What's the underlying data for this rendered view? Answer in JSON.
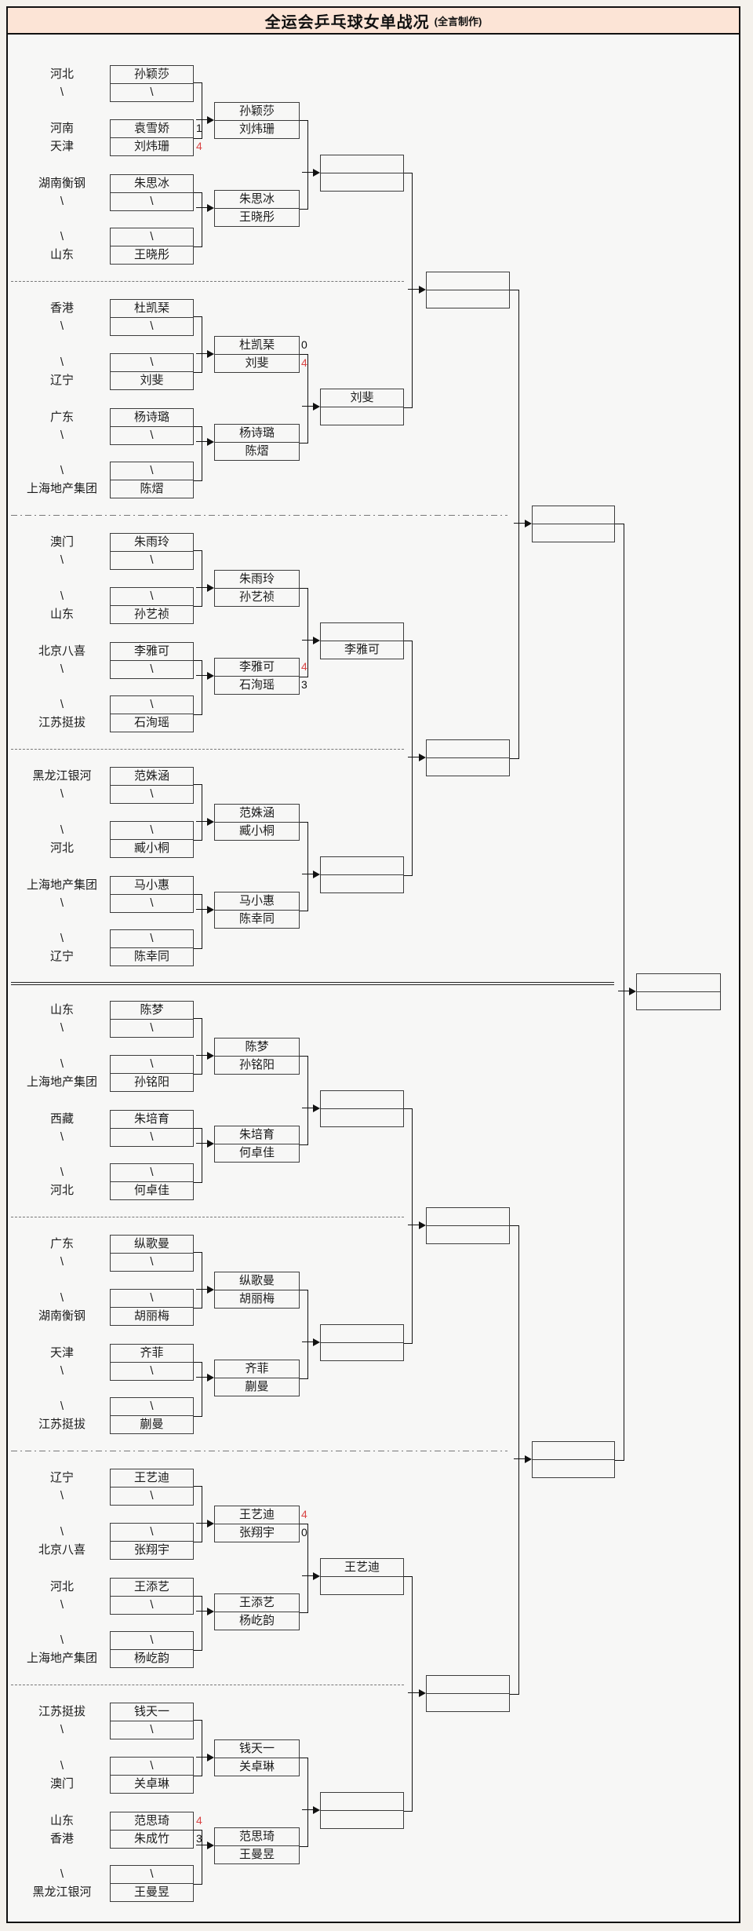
{
  "title": {
    "main": "全运会乒乓球女单战况",
    "credit": "(全言制作)"
  },
  "colors": {
    "header_bg": "#fce4d6",
    "win_score_red": "#d94545",
    "line": "#111111",
    "frame_bg": "#f7f7f6"
  },
  "chart_data": {
    "type": "table",
    "title": "全运会乒乓球女单战况",
    "note": "single-elimination bracket, 8 groups, winners scores in red"
  },
  "sections": [
    {
      "region_labels": [
        "河北",
        "\\",
        "河南",
        "天津",
        "湖南衡钢",
        "\\",
        "\\",
        "山东"
      ],
      "round1": [
        "孙颖莎",
        "\\",
        "袁雪娇",
        "刘炜珊",
        "朱思冰",
        "\\",
        "\\",
        "王晓彤"
      ],
      "round1_scores": [
        "1",
        "4",
        "",
        ""
      ],
      "round2_top": [
        "孙颖莎",
        "刘炜珊"
      ],
      "round2_top_scores": [
        "",
        ""
      ],
      "round2_bottom": [
        "朱思冰",
        "王晓彤"
      ],
      "round2_bottom_scores": [
        "",
        ""
      ],
      "round3": [
        "",
        ""
      ]
    },
    {
      "region_labels": [
        "香港",
        "\\",
        "\\",
        "辽宁",
        "广东",
        "\\",
        "\\",
        "上海地产集团"
      ],
      "round1": [
        "杜凯琹",
        "\\",
        "\\",
        "刘斐",
        "杨诗璐",
        "\\",
        "\\",
        "陈熠"
      ],
      "round1_scores": [
        "",
        "",
        "",
        ""
      ],
      "round2_top": [
        "杜凯琹",
        "刘斐"
      ],
      "round2_top_scores": [
        "0",
        "4"
      ],
      "round2_bottom": [
        "杨诗璐",
        "陈熠"
      ],
      "round2_bottom_scores": [
        "",
        ""
      ],
      "round3": [
        "刘斐",
        ""
      ]
    },
    {
      "region_labels": [
        "澳门",
        "\\",
        "\\",
        "山东",
        "北京八喜",
        "\\",
        "\\",
        "江苏挺拔"
      ],
      "round1": [
        "朱雨玲",
        "\\",
        "\\",
        "孙艺祯",
        "李雅可",
        "\\",
        "\\",
        "石洵瑶"
      ],
      "round1_scores": [
        "",
        "",
        "",
        ""
      ],
      "round2_top": [
        "朱雨玲",
        "孙艺祯"
      ],
      "round2_top_scores": [
        "",
        ""
      ],
      "round2_bottom": [
        "李雅可",
        "石洵瑶"
      ],
      "round2_bottom_scores": [
        "4",
        "3"
      ],
      "round3": [
        "",
        "李雅可"
      ]
    },
    {
      "region_labels": [
        "黑龙江银河",
        "\\",
        "\\",
        "河北",
        "上海地产集团",
        "\\",
        "\\",
        "辽宁"
      ],
      "round1": [
        "范姝涵",
        "\\",
        "\\",
        "臧小桐",
        "马小惠",
        "\\",
        "\\",
        "陈幸同"
      ],
      "round1_scores": [
        "",
        "",
        "",
        ""
      ],
      "round2_top": [
        "范姝涵",
        "臧小桐"
      ],
      "round2_top_scores": [
        "",
        ""
      ],
      "round2_bottom": [
        "马小惠",
        "陈幸同"
      ],
      "round2_bottom_scores": [
        "",
        ""
      ],
      "round3": [
        "",
        ""
      ]
    },
    {
      "region_labels": [
        "山东",
        "\\",
        "\\",
        "上海地产集团",
        "西藏",
        "\\",
        "\\",
        "河北"
      ],
      "round1": [
        "陈梦",
        "\\",
        "\\",
        "孙铭阳",
        "朱培育",
        "\\",
        "\\",
        "何卓佳"
      ],
      "round1_scores": [
        "",
        "",
        "",
        ""
      ],
      "round2_top": [
        "陈梦",
        "孙铭阳"
      ],
      "round2_top_scores": [
        "",
        ""
      ],
      "round2_bottom": [
        "朱培育",
        "何卓佳"
      ],
      "round2_bottom_scores": [
        "",
        ""
      ],
      "round3": [
        "",
        ""
      ]
    },
    {
      "region_labels": [
        "广东",
        "\\",
        "\\",
        "湖南衡钢",
        "天津",
        "\\",
        "\\",
        "江苏挺拔"
      ],
      "round1": [
        "纵歌曼",
        "\\",
        "\\",
        "胡丽梅",
        "齐菲",
        "\\",
        "\\",
        "蒯曼"
      ],
      "round1_scores": [
        "",
        "",
        "",
        ""
      ],
      "round2_top": [
        "纵歌曼",
        "胡丽梅"
      ],
      "round2_top_scores": [
        "",
        ""
      ],
      "round2_bottom": [
        "齐菲",
        "蒯曼"
      ],
      "round2_bottom_scores": [
        "",
        ""
      ],
      "round3": [
        "",
        ""
      ]
    },
    {
      "region_labels": [
        "辽宁",
        "\\",
        "\\",
        "北京八喜",
        "河北",
        "\\",
        "\\",
        "上海地产集团"
      ],
      "round1": [
        "王艺迪",
        "\\",
        "\\",
        "张翔宇",
        "王添艺",
        "\\",
        "\\",
        "杨屹韵"
      ],
      "round1_scores": [
        "",
        "",
        "",
        ""
      ],
      "round2_top": [
        "王艺迪",
        "张翔宇"
      ],
      "round2_top_scores": [
        "4",
        "0"
      ],
      "round2_bottom": [
        "王添艺",
        "杨屹韵"
      ],
      "round2_bottom_scores": [
        "",
        ""
      ],
      "round3": [
        "王艺迪",
        ""
      ]
    },
    {
      "region_labels": [
        "江苏挺拔",
        "\\",
        "\\",
        "澳门",
        "山东",
        "香港",
        "\\",
        "黑龙江银河"
      ],
      "round1": [
        "钱天一",
        "\\",
        "\\",
        "关卓琳",
        "范思琦",
        "朱成竹",
        "\\",
        "王曼昱"
      ],
      "round1_scores": [
        "",
        "",
        "4",
        "3"
      ],
      "round2_top": [
        "钱天一",
        "关卓琳"
      ],
      "round2_top_scores": [
        "",
        ""
      ],
      "round2_bottom": [
        "范思琦",
        "王曼昱"
      ],
      "round2_bottom_scores": [
        "",
        ""
      ],
      "round3": [
        "",
        ""
      ]
    }
  ],
  "round4": [
    [
      "",
      ""
    ],
    [
      "",
      ""
    ],
    [
      "",
      ""
    ],
    [
      "",
      ""
    ]
  ],
  "round5": [
    [
      "",
      ""
    ],
    [
      "",
      ""
    ]
  ],
  "final": [
    "",
    ""
  ]
}
